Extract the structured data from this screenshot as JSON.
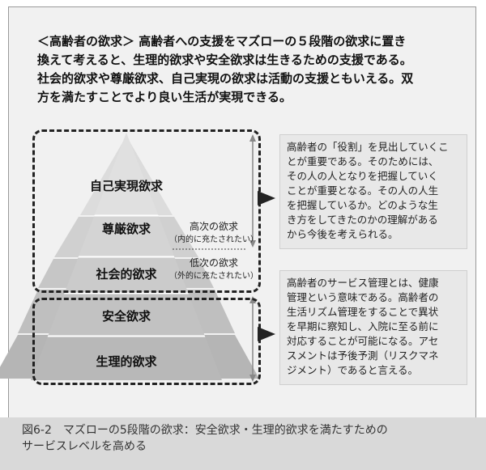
{
  "intro": {
    "lines": [
      "＜高齢者の欲求＞ 高齢者への支援をマズローの５段階の欲求に置き",
      "換えて考えると、生理的欲求や安全欲求は生きるための支援である。",
      "社会的欲求や尊厳欲求、自己実現の欲求は活動の支援ともいえる。双",
      "方を満たすことでより良い生活が実現できる。"
    ]
  },
  "pyramid": {
    "levels": [
      {
        "label": "自己実現欲求"
      },
      {
        "label": "尊厳欲求"
      },
      {
        "label": "社会的欲求"
      },
      {
        "label": "安全欲求"
      },
      {
        "label": "生理的欲求"
      }
    ]
  },
  "notes": {
    "higher": {
      "main": "高次の欲求",
      "sub": "（内的に充たされたい）"
    },
    "lower": {
      "main": "低次の欲求",
      "sub": "（外的に充たされたい）"
    }
  },
  "panels": {
    "upper": {
      "lines": [
        "高齢者の「役割」を見出していくこ",
        "とが重要である。そのためには、",
        "その人の人となりを把握していく",
        "ことが重要となる。その人の人生",
        "を把握しているか。どのような生",
        "き方をしてきたのかの理解がある",
        "から今後を考えられる。"
      ]
    },
    "lower": {
      "lines": [
        "高齢者のサービス管理とは、健康",
        "管理という意味である。高齢者の",
        "生活リズム管理をすることで異状",
        "を早期に察知し、入院に至る前に",
        "対応することが可能になる。アセ",
        "スメントは予後予測（リスクマネ",
        "ジメント）であると言える。"
      ]
    }
  },
  "caption": {
    "lines": [
      "図6-2　マズローの5段階の欲求：安全欲求・生理的欲求を満たすための",
      "サービスレベルを高める"
    ]
  }
}
